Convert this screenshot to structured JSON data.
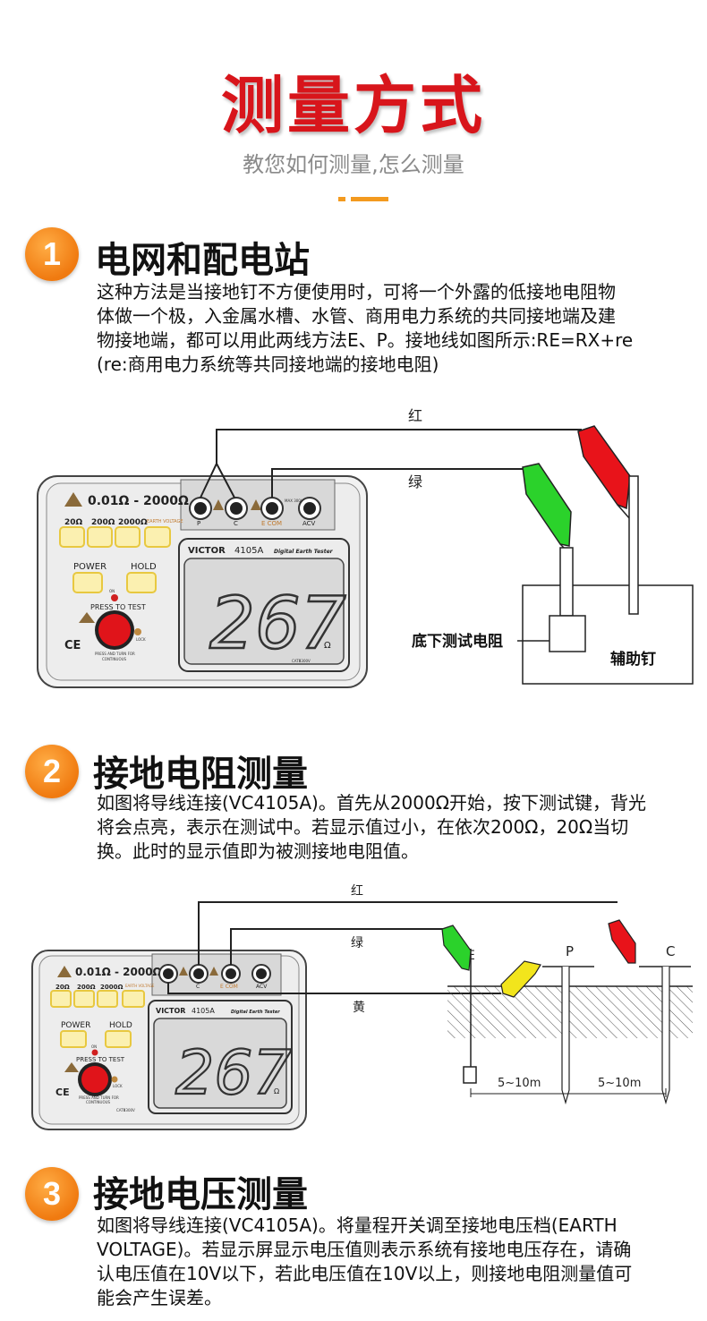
{
  "header": {
    "title": "测量方式",
    "subtitle": "教您如何测量,怎么测量"
  },
  "sections": [
    {
      "number": "1",
      "title": "电网和配电站",
      "body": [
        "这种方法是当接地钉不方便使用时，可将一个外露的低接地电阻物",
        "体做一个极，入金属水槽、水管、商用电力系统的共同接地端及建",
        "物接地端，都可以用此两线方法E、P。接地线如图所示:RE=RX+re",
        "(re:商用电力系统等共同接地端的接地电阻)"
      ]
    },
    {
      "number": "2",
      "title": "接地电阻测量",
      "body": [
        "如图将导线连接(VC4105A)。首先从2000Ω开始，按下测试键，背光",
        "将会点亮，表示在测试中。若显示值过小，在依次200Ω，20Ω当切",
        "换。此时的显示值即为被测接地电阻值。"
      ]
    },
    {
      "number": "3",
      "title": "接地电压测量",
      "body": [
        "如图将导线连接(VC4105A)。将量程开关调至接地电压档(EARTH",
        "VOLTAGE)。若显示屏显示电压值则表示系统有接地电压存在，请确",
        "认电压值在10V以下，若此电压值在10V以上，则接地电阻测量值可",
        "能会产生误差。"
      ]
    }
  ],
  "meter": {
    "range_label": "0.01Ω - 2000Ω",
    "ranges": [
      "20Ω",
      "200Ω",
      "2000Ω",
      "EARTH VOLTAGE"
    ],
    "terminals": [
      "P",
      "C",
      "E COM",
      "ACV"
    ],
    "max_label": "MAX 300V",
    "brand": "VICTOR",
    "model": "4105A",
    "subtitle": "Digital Earth Tester",
    "display_value": "267",
    "unit": "Ω",
    "power_label": "POWER",
    "hold_label": "HOLD",
    "press_label": "PRESS TO TEST",
    "on_label": "ON",
    "lock_label": "LOCK",
    "turn_label": "PRESS AND TURN FOR",
    "continuous_label": "CONTINUOUS",
    "cat_label": "CATⅢ300V",
    "ce_label": "CE"
  },
  "diagram1": {
    "red_label": "红",
    "green_label": "绿",
    "resistor_label": "底下测试电阻",
    "aux_label": "辅助钉"
  },
  "diagram2": {
    "red_label": "红",
    "green_label": "绿",
    "yellow_label": "黄",
    "spike_e": "E",
    "spike_p": "P",
    "spike_c": "C",
    "dist1": "5~10m",
    "dist2": "5~10m"
  },
  "colors": {
    "title_red": "#d8151b",
    "accent_orange": "#f39a1f",
    "clip_red": "#e8131a",
    "clip_green": "#2bd22b",
    "clip_yellow": "#f2e51c",
    "button_yellow": "#f5e07a"
  }
}
